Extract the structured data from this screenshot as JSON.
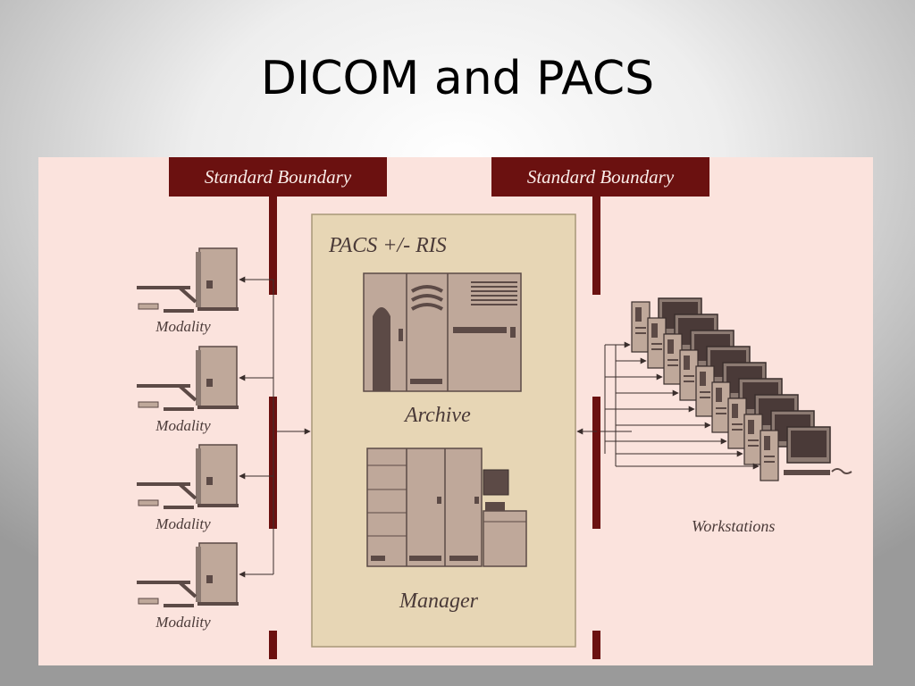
{
  "title": "DICOM and PACS",
  "boundaries": [
    "Standard Boundary",
    "Standard Boundary"
  ],
  "pacs_label": "PACS +/- RIS",
  "archive_label": "Archive",
  "manager_label": "Manager",
  "modalities": [
    "Modality",
    "Modality",
    "Modality",
    "Modality"
  ],
  "workstations_label": "Workstations",
  "colors": {
    "boundary": "#6b1110",
    "diagram_background": "#fbe3dd",
    "pacs_box": "#e7d6b5",
    "equipment": "#bfa89a",
    "equipment_dark": "#5c4a46"
  }
}
